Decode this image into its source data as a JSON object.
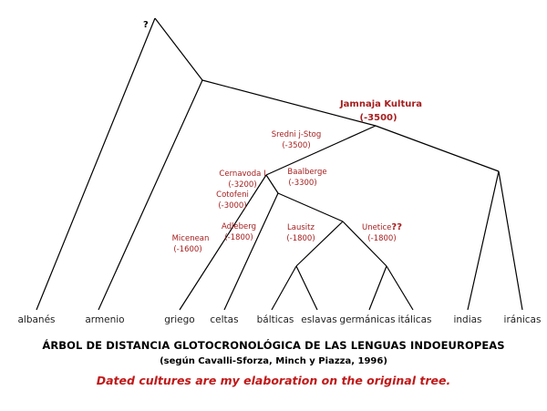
{
  "root_label": "?",
  "leaves": {
    "albanes": "albanés",
    "armenio": "armenio",
    "griego": "griego",
    "celtas": "celtas",
    "balticas": "bálticas",
    "eslavas": "eslavas",
    "germanicas": "germánicas",
    "italicas": "itálicas",
    "indias": "indias",
    "iranicas": "iránicas"
  },
  "cultures": {
    "jamnaja": {
      "name": "Jamnaja Kultura",
      "date": "(-3500)"
    },
    "sredni": {
      "name": "Sredni j-Stog",
      "date": "(-3500)"
    },
    "cernavoda": {
      "name": "Cernavoda I",
      "date": "(-3200)"
    },
    "cotofeni": {
      "name": "Cotofeni",
      "date": "(-3000)"
    },
    "baalberge": {
      "name": "Baalberge",
      "date": "(-3300)"
    },
    "micenean": {
      "name": "Micenean",
      "date": "(-1600)"
    },
    "adleberg": {
      "name": "Adleberg",
      "date": "(-1800)"
    },
    "lausitz": {
      "name": "Lausitz",
      "date": "(-1800)"
    },
    "unetice": {
      "name": "Unetice",
      "marks": "??",
      "date": "(-1800)"
    }
  },
  "caption": {
    "title": "ÁRBOL DE DISTANCIA GLOTOCRONOLÓGICA DE LAS LENGUAS INDOEUROPEAS",
    "source": "(según Cavalli-Sforza, Minch y Piazza, 1996)",
    "note": "Dated cultures are my elaboration on the original tree."
  },
  "colors": {
    "culture_text": "#a51e1e",
    "note_text": "#c01818",
    "lines": "#000000"
  }
}
